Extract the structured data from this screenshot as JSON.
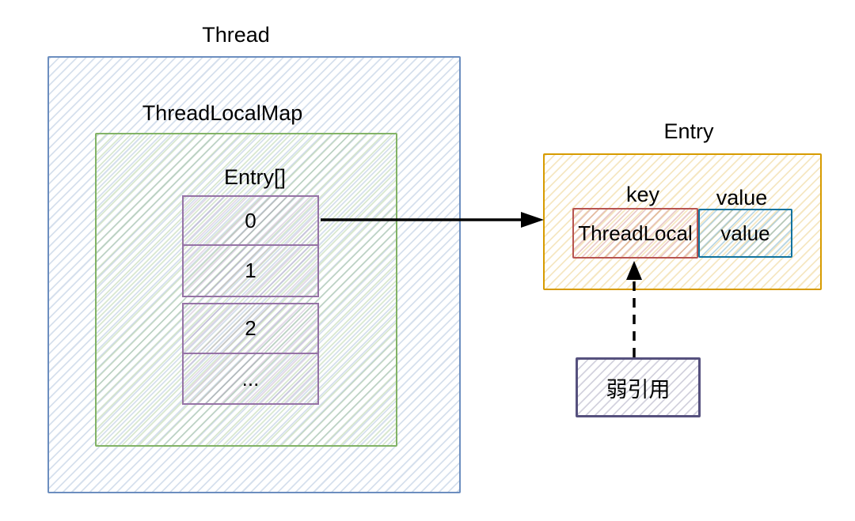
{
  "thread": {
    "title": "Thread"
  },
  "threadlocalmap": {
    "title": "ThreadLocalMap"
  },
  "entry_array": {
    "label": "Entry[]",
    "cells": [
      "0",
      "1",
      "2",
      "..."
    ]
  },
  "entry": {
    "title": "Entry",
    "key_label": "key",
    "value_label": "value",
    "key_text": "ThreadLocal",
    "value_text": "value"
  },
  "weak_reference": {
    "label": "弱引用"
  },
  "colors": {
    "thread_border": "#6c8ebf",
    "map_border": "#82b366",
    "cell_border": "#9673a6",
    "entry_border": "#d79b00",
    "key_border": "#b85450",
    "value_border": "#10739e",
    "weak_ref_border": "#56517e",
    "arrow": "#000000",
    "text": "#000000",
    "background": "#ffffff"
  }
}
